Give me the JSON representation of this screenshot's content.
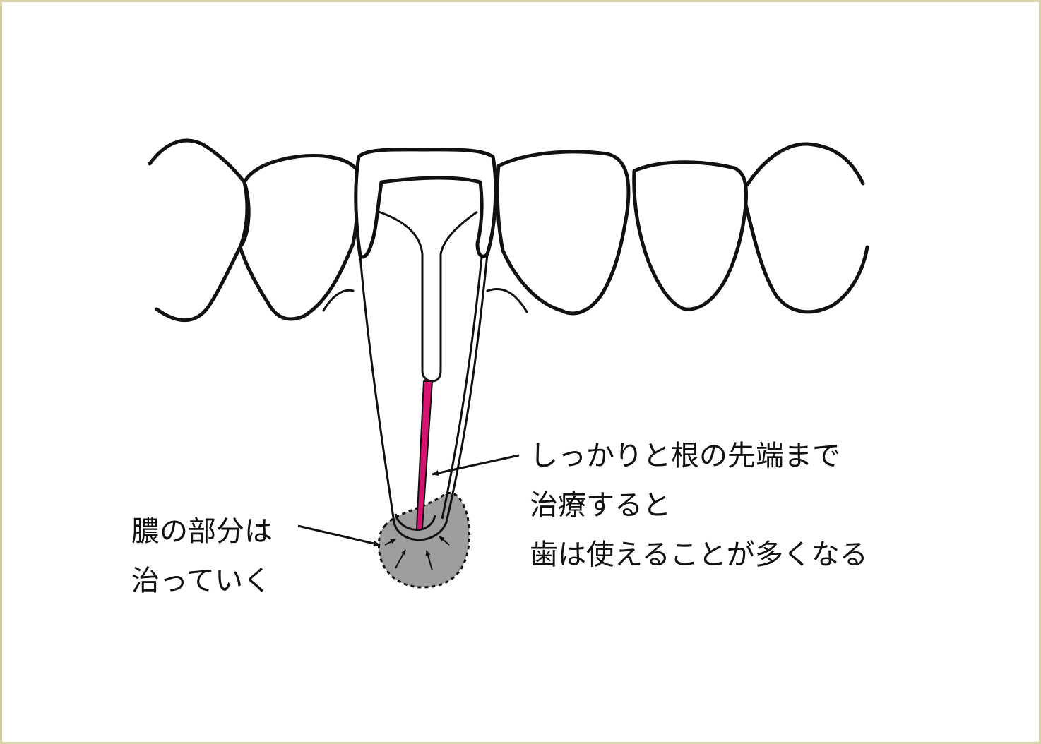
{
  "labels": {
    "right_line1": "しっかりと根の先端まで",
    "right_line2": "治療すると",
    "right_line3": "歯は使えることが多くなる",
    "left_line1": "膿の部分は",
    "left_line2": "治っていく"
  },
  "colors": {
    "frame_border": "#d8d0a8",
    "outline": "#111111",
    "root_filling": "#d4146e",
    "pus_area": "#9e9e9e"
  }
}
